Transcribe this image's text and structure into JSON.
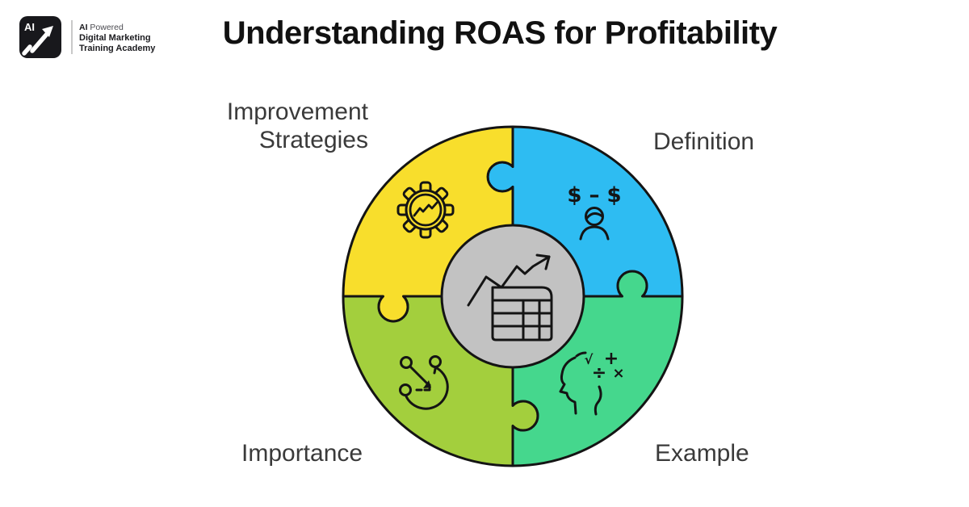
{
  "brand": {
    "logo_badge": "AI",
    "tagline_prefix": "AI",
    "tagline_suffix": "Powered",
    "line2": "Digital Marketing",
    "line3": "Training Academy"
  },
  "title": "Understanding ROAS for Profitability",
  "diagram": {
    "type": "puzzle-circle",
    "outline_color": "#141414",
    "center": {
      "icon": "growth-chart-table-icon",
      "color": "#C2C2C2"
    },
    "segments": [
      {
        "label": "Definition",
        "position": "top-right",
        "color": "#2EBCF2",
        "icon": "dollar-exchange-person-icon",
        "icon_text": "$ – $"
      },
      {
        "label": "Example",
        "position": "bottom-right",
        "color": "#45D78D",
        "icon": "head-math-icon",
        "symbols": {
          "radical": "√",
          "plus": "+",
          "divide": "÷",
          "times": "×"
        }
      },
      {
        "label": "Importance",
        "position": "bottom-left",
        "color": "#A3CF3D",
        "icon": "route-arrow-icon"
      },
      {
        "label": "Improvement Strategies",
        "label_line1": "Improvement",
        "label_line2": "Strategies",
        "position": "top-left",
        "color": "#F8DE2C",
        "icon": "gear-growth-icon"
      }
    ]
  }
}
